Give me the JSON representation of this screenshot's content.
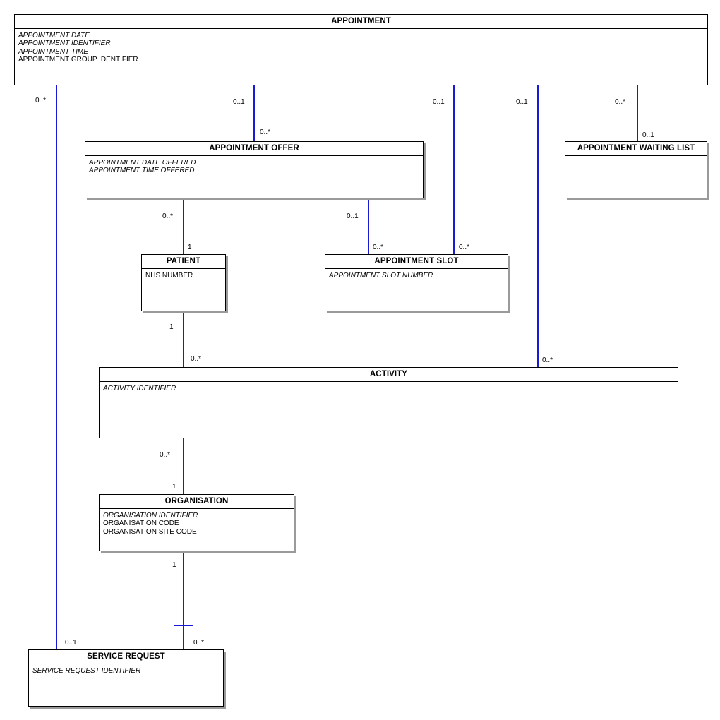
{
  "diagram": {
    "title": "APPOINTMENT data model entity relationship diagram",
    "line_color": "#1a1ad6",
    "box_border_color": "#000000",
    "shadow_color": "#9a9a9a",
    "background": "#ffffff"
  },
  "entities": [
    {
      "id": "appointment",
      "name": "APPOINTMENT",
      "attributes": [
        {
          "text": "APPOINTMENT DATE",
          "italic": true
        },
        {
          "text": "APPOINTMENT IDENTIFIER",
          "italic": true
        },
        {
          "text": "APPOINTMENT TIME",
          "italic": true
        },
        {
          "text": "APPOINTMENT GROUP IDENTIFIER",
          "italic": false
        }
      ]
    },
    {
      "id": "appointment-offer",
      "name": "APPOINTMENT OFFER",
      "attributes": [
        {
          "text": "APPOINTMENT DATE OFFERED",
          "italic": true
        },
        {
          "text": "APPOINTMENT TIME OFFERED",
          "italic": true
        }
      ]
    },
    {
      "id": "appointment-waiting-list",
      "name": "APPOINTMENT WAITING LIST",
      "attributes": []
    },
    {
      "id": "patient",
      "name": "PATIENT",
      "attributes": [
        {
          "text": "NHS NUMBER",
          "italic": false
        }
      ]
    },
    {
      "id": "appointment-slot",
      "name": "APPOINTMENT SLOT",
      "attributes": [
        {
          "text": "APPOINTMENT SLOT NUMBER",
          "italic": true
        }
      ]
    },
    {
      "id": "activity",
      "name": "ACTIVITY",
      "attributes": [
        {
          "text": "ACTIVITY IDENTIFIER",
          "italic": true
        }
      ]
    },
    {
      "id": "organisation",
      "name": "ORGANISATION",
      "attributes": [
        {
          "text": "ORGANISATION IDENTIFIER",
          "italic": true
        },
        {
          "text": "ORGANISATION CODE",
          "italic": false
        },
        {
          "text": "ORGANISATION SITE CODE",
          "italic": false
        }
      ]
    },
    {
      "id": "service-request",
      "name": "SERVICE REQUEST",
      "attributes": [
        {
          "text": "SERVICE REQUEST IDENTIFIER",
          "italic": true
        }
      ]
    }
  ],
  "cardinalities": [
    {
      "id": "c1",
      "label": "0..*",
      "from": "appointment",
      "to": "service-request"
    },
    {
      "id": "c2",
      "label": "0..1",
      "from": "appointment",
      "to": "appointment-offer"
    },
    {
      "id": "c3",
      "label": "0..*",
      "from": "appointment-offer",
      "to": "appointment"
    },
    {
      "id": "c4",
      "label": "0..1",
      "from": "appointment",
      "to": "appointment-slot"
    },
    {
      "id": "c5",
      "label": "0..1",
      "from": "appointment",
      "to": "activity"
    },
    {
      "id": "c6",
      "label": "0..*",
      "from": "appointment",
      "to": "appointment-waiting-list"
    },
    {
      "id": "c7",
      "label": "0..1",
      "from": "appointment-waiting-list",
      "to": "appointment"
    },
    {
      "id": "c8",
      "label": "0..*",
      "from": "appointment-offer",
      "to": "patient"
    },
    {
      "id": "c9",
      "label": "0..1",
      "from": "appointment-offer",
      "to": "appointment-slot"
    },
    {
      "id": "c10",
      "label": "1",
      "from": "patient",
      "to": "appointment-offer"
    },
    {
      "id": "c11",
      "label": "0..*",
      "from": "appointment-slot",
      "to": "appointment-offer"
    },
    {
      "id": "c12",
      "label": "0..*",
      "from": "appointment-slot",
      "to": "appointment"
    },
    {
      "id": "c13",
      "label": "1",
      "from": "patient",
      "to": "activity"
    },
    {
      "id": "c14",
      "label": "0..*",
      "from": "activity",
      "to": "patient"
    },
    {
      "id": "c15",
      "label": "0..*",
      "from": "activity",
      "to": "appointment"
    },
    {
      "id": "c16",
      "label": "0..*",
      "from": "activity",
      "to": "organisation"
    },
    {
      "id": "c17",
      "label": "1",
      "from": "organisation",
      "to": "activity"
    },
    {
      "id": "c18",
      "label": "1",
      "from": "organisation",
      "to": "service-request"
    },
    {
      "id": "c19",
      "label": "0..1",
      "from": "service-request",
      "to": "appointment"
    },
    {
      "id": "c20",
      "label": "0..*",
      "from": "service-request",
      "to": "organisation"
    }
  ]
}
